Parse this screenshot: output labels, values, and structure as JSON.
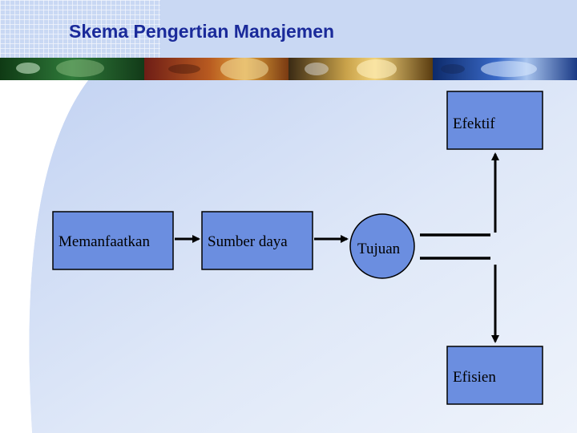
{
  "slide": {
    "title": "Skema Pengertian Manajemen"
  },
  "diagram": {
    "nodes": {
      "memanfaatkan": "Memanfaatkan",
      "sumber_daya": "Sumber daya",
      "tujuan": "Tujuan",
      "efektif": "Efektif",
      "efisien": "Efisien"
    }
  },
  "colors": {
    "node_fill": "#6b8ee0",
    "title_color": "#1a2a9a",
    "arrow_color": "#000000"
  }
}
